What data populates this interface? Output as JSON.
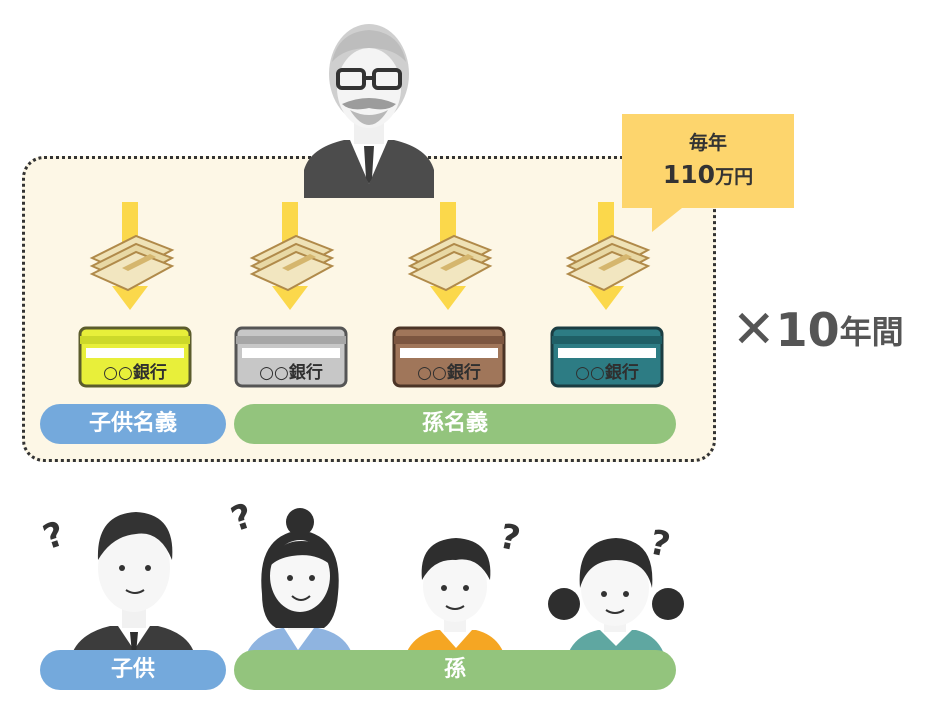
{
  "callout": {
    "line1": "毎年",
    "amount": "110",
    "unit": "万円"
  },
  "multiplier": {
    "symbol": "✕",
    "number": "10",
    "unit": "年間"
  },
  "bank_label": "○○銀行",
  "cards": [
    {
      "id": "child",
      "fill": "#e8ef3a",
      "stripe": "#cdd92a",
      "border": "#5b5c2c"
    },
    {
      "id": "grand1",
      "fill": "#c7c7c7",
      "stripe": "#a6a6a6",
      "border": "#555"
    },
    {
      "id": "grand2",
      "fill": "#a0765a",
      "stripe": "#7c5640",
      "border": "#4b3426"
    },
    {
      "id": "grand3",
      "fill": "#2d7c84",
      "stripe": "#1f5f66",
      "border": "#1b3d42"
    }
  ],
  "labels": {
    "child_account": "子供名義",
    "grand_account": "孫名義",
    "child_person": "子供",
    "grand_person": "孫"
  },
  "question_mark": "?",
  "colors": {
    "box_bg": "#fdf7e6",
    "callout": "#fdd56d",
    "arrow": "#fbd84b",
    "pill_blue": "#74a9dc",
    "pill_green": "#93c47d"
  }
}
